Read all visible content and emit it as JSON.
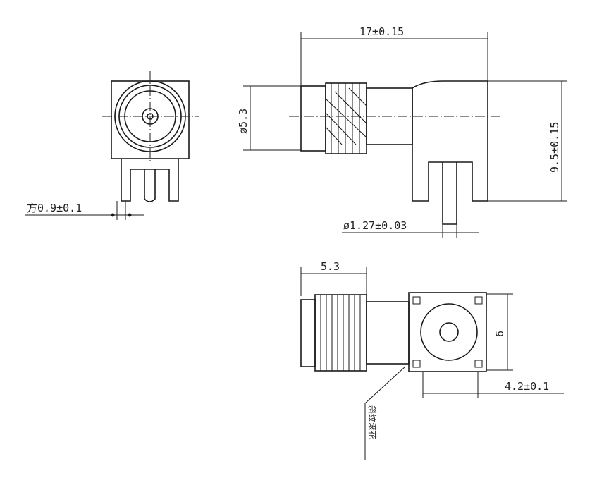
{
  "title": "Right-angle connector drawing",
  "dimensions": {
    "length": "17±0.15",
    "thread_diameter": "ø5.3",
    "height": "9.5±0.15",
    "pin_diameter": "ø1.27±0.03",
    "leg_square": "方0.9±0.1",
    "thread_length": "5.3",
    "body_width": "6",
    "pin_spacing": "4.2±0.1"
  },
  "annotations": {
    "knurl_note": "斜纹滚花"
  }
}
